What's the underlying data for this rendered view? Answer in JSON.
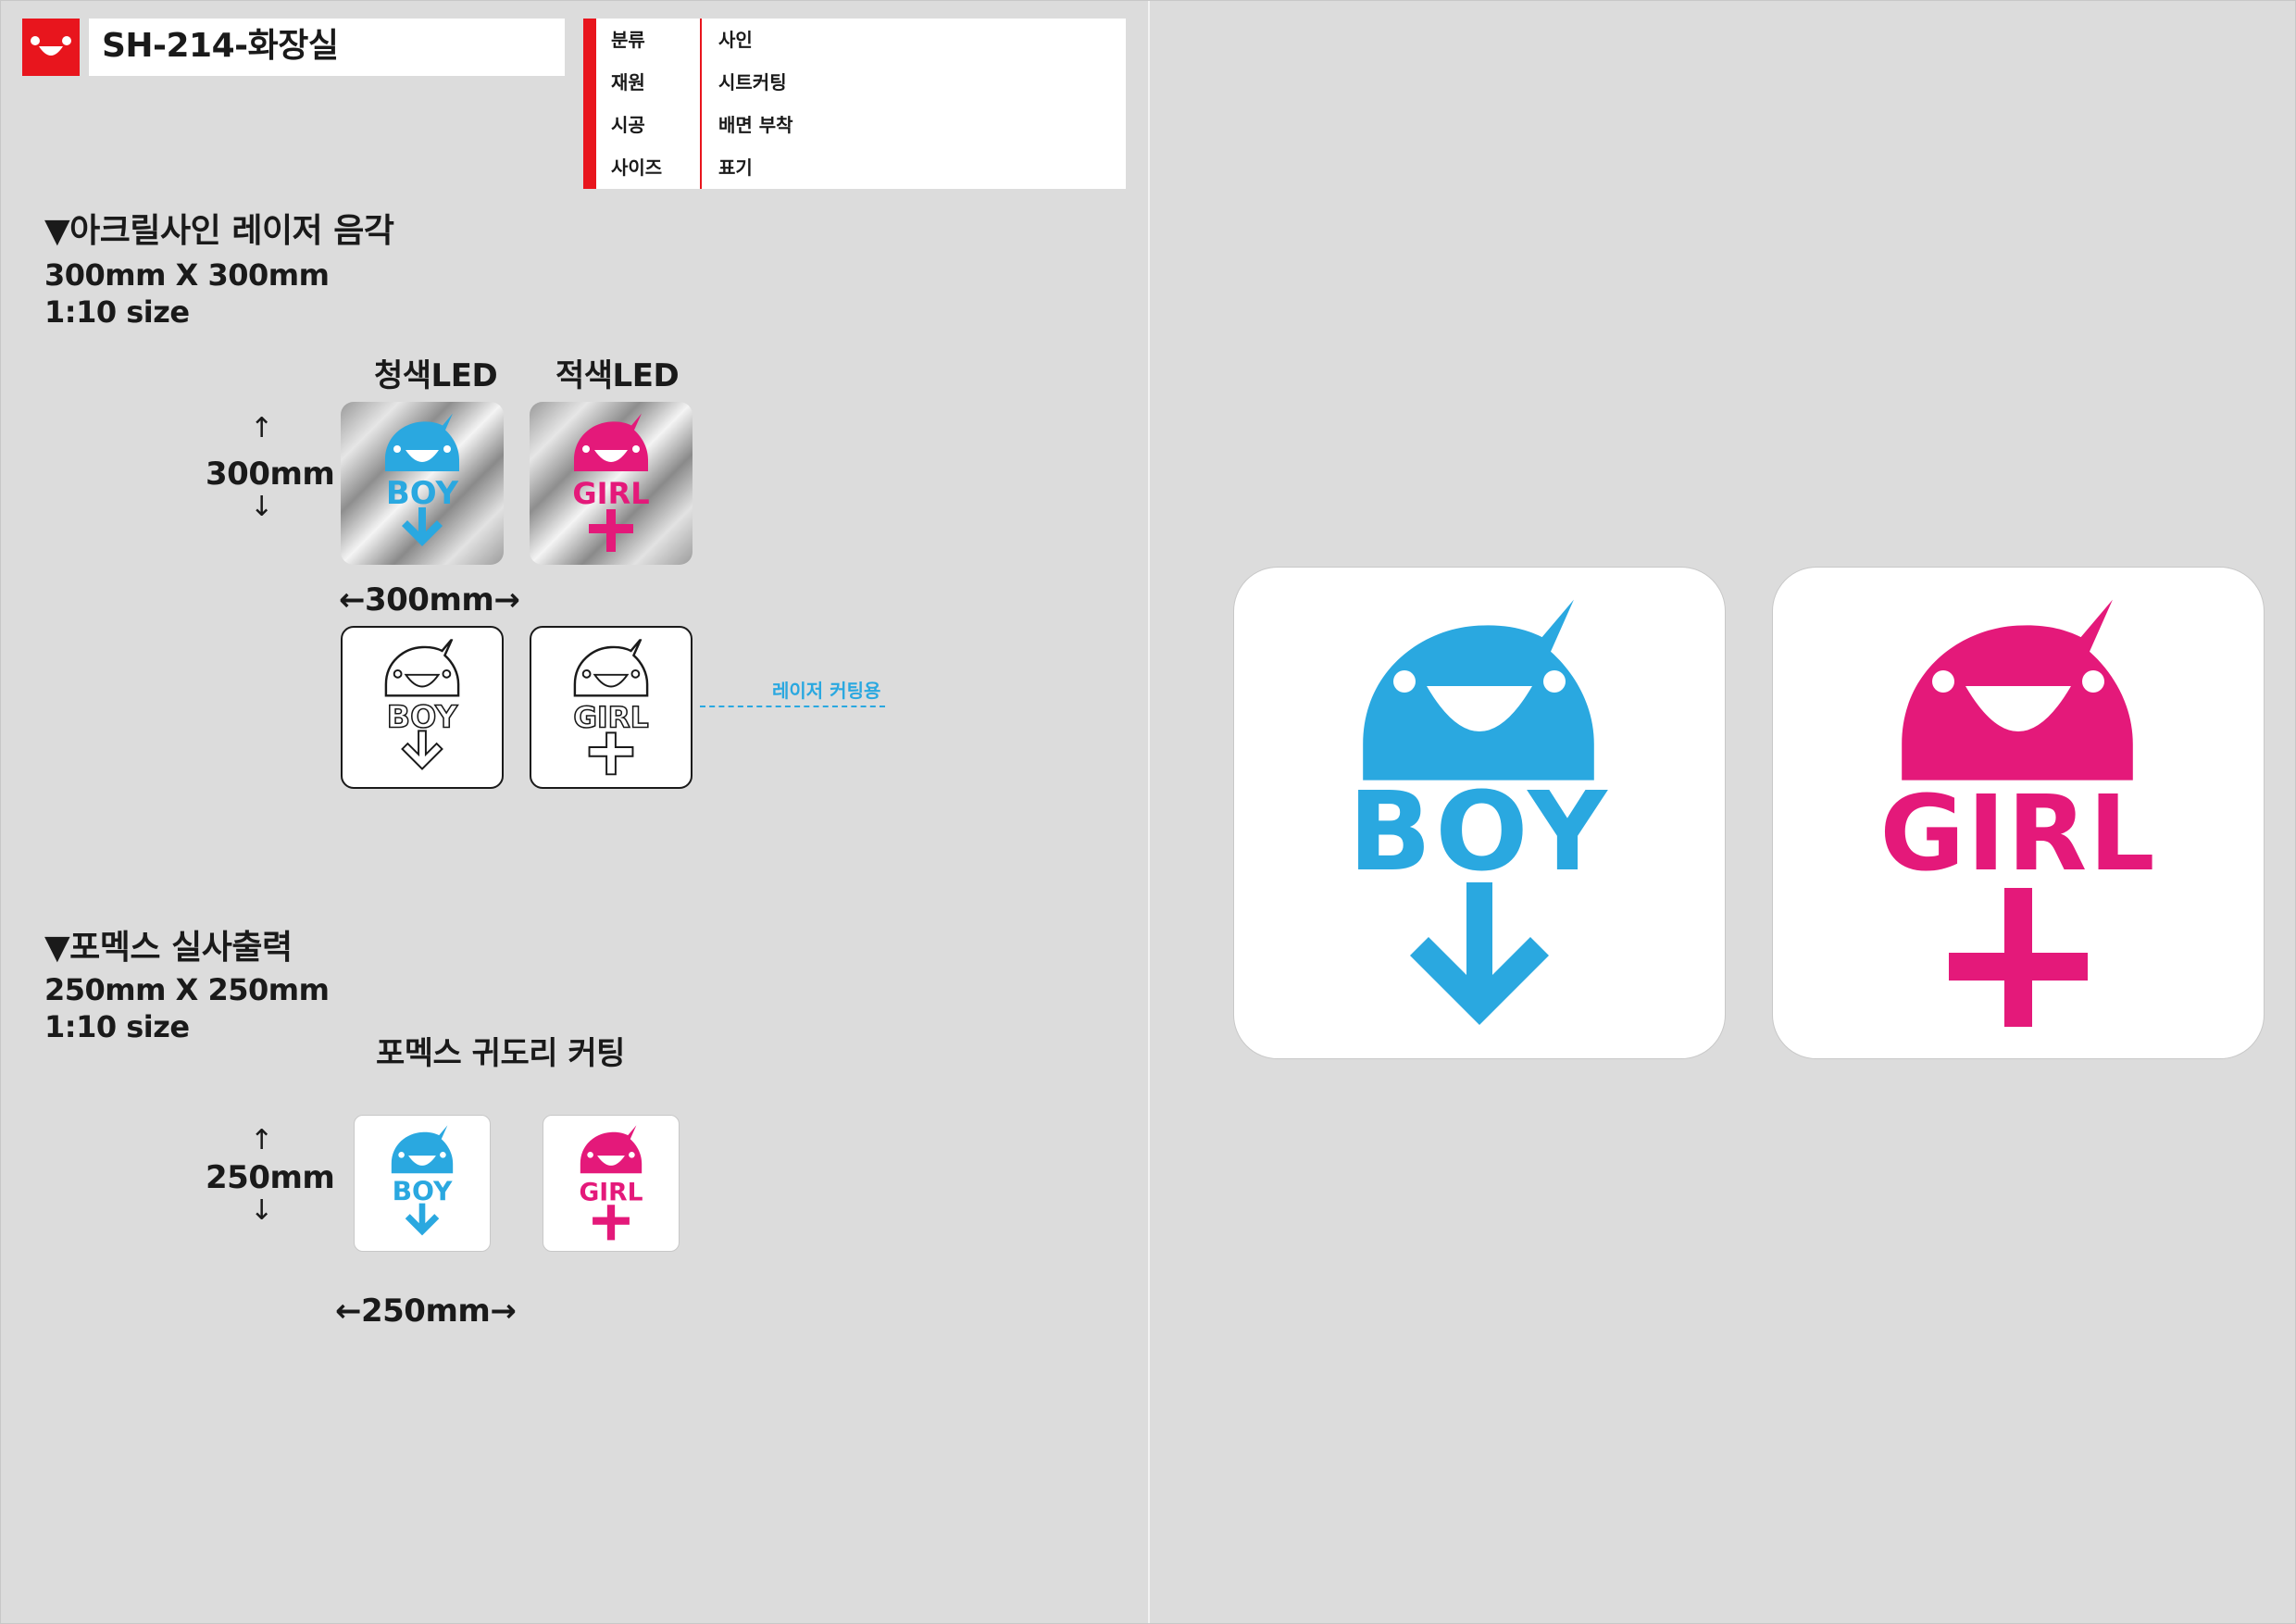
{
  "header": {
    "code_title": "SH-214-화장실"
  },
  "spec_table": [
    {
      "key": "분류",
      "value": "사인"
    },
    {
      "key": "재원",
      "value": "시트커팅"
    },
    {
      "key": "시공",
      "value": "배면 부착"
    },
    {
      "key": "사이즈",
      "value": "표기"
    }
  ],
  "section_acrylic": {
    "heading": "▼아크릴사인 레이저 음각",
    "size": "300mm X 300mm",
    "scale": "1:10 size",
    "label_blue": "청색LED",
    "label_red": "적색LED",
    "height_label": "300mm",
    "width_label": "←300mm→",
    "laser_label": "레이저 커팅용"
  },
  "section_formex": {
    "heading": "▼포멕스 실사출력",
    "size": "250mm X 250mm",
    "scale": "1:10 size",
    "sub_label": "포멕스 귀도리 커팅",
    "height_label": "250mm",
    "width_label": "←250mm→"
  },
  "arrows": {
    "up": "↑",
    "down": "↓"
  },
  "signs": {
    "boy_text": "BOY",
    "girl_text": "GIRL"
  },
  "colors": {
    "brand_red": "#e8151d",
    "boy_blue": "#2aa8e0",
    "girl_pink": "#e4197a",
    "panel_bg": "#dcdcdc"
  },
  "icons": {
    "logo": "smiley-face-logo",
    "boy_figure": "boy-character-icon",
    "girl_figure": "girl-character-icon",
    "boy_symbol": "down-arrow-icon",
    "girl_symbol": "plus-cross-icon"
  }
}
